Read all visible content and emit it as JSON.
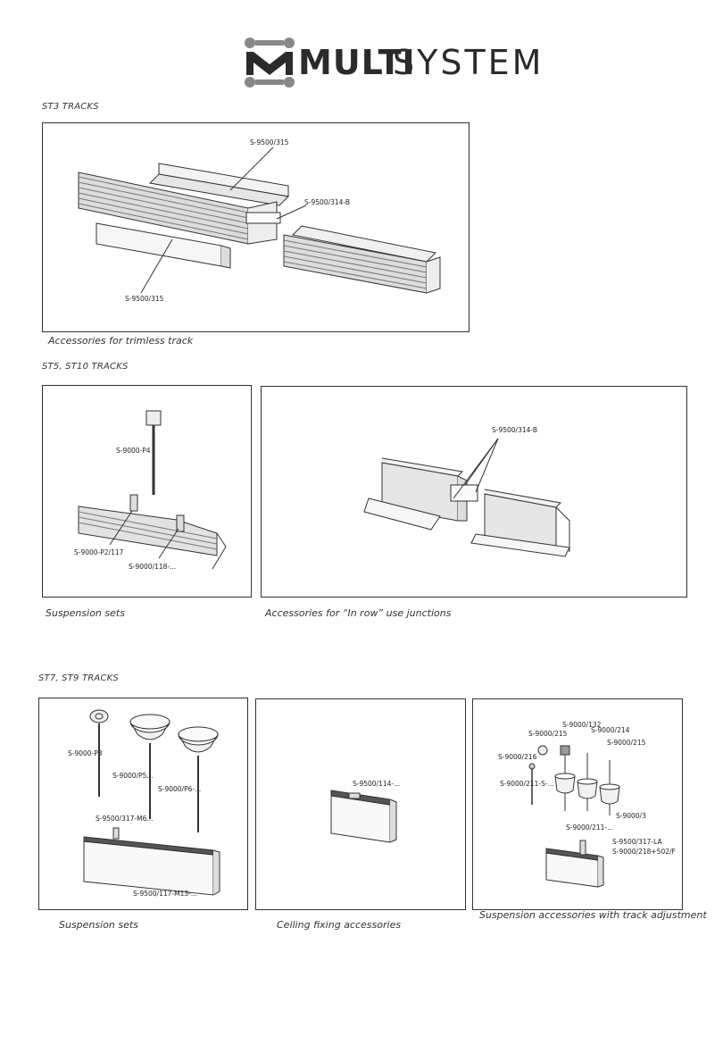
{
  "brand": {
    "bold": "MULTI",
    "thin": "SYSTEM"
  },
  "sections": {
    "st3": "ST3 TRACKS",
    "st5": "ST5, ST10 TRACKS",
    "st7": "ST7, ST9 TRACKS"
  },
  "captions": {
    "trimless": "Accessories for trimless track",
    "suspension1": "Suspension sets",
    "inrow": "Accessories for “In row” use junctions",
    "suspension2": "Suspension sets",
    "ceiling": "Ceiling fixing accessories",
    "adjust": "Suspension accessories with track adjustment"
  },
  "labels": {
    "p1_top": "S-9500/315",
    "p1_mid": "S-9500/314-B",
    "p1_bot": "S-9500/315",
    "p2_a": "S-9000-P4",
    "p2_b": "S-9000-P2/117",
    "p2_c": "S-9000/118-...",
    "p3_a": "S-9500/314-B",
    "p4_a": "S-9000-P3",
    "p4_b": "S-9000/P5...",
    "p4_c": "S-9000/P6-...",
    "p4_d": "S-9500/317-M6...",
    "p4_e": "S-9500/117-M13-...",
    "p5_a": "S-9500/114-...",
    "p6_a": "S-9000/132",
    "p6_b": "S-9000/215",
    "p6_c": "S-9000/214",
    "p6_d": "S-9000/215",
    "p6_e": "S-9000/216",
    "p6_f": "S-9000/211-S-...",
    "p6_g": "S-9000/211-...",
    "p6_h": "S-9000/3",
    "p6_i": "S-9500/317-LA",
    "p6_j": "S-9000/218+502/F"
  }
}
